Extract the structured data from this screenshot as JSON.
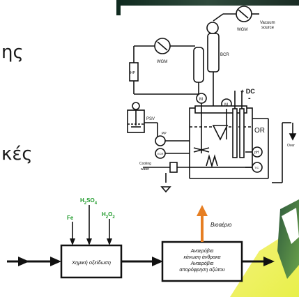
{
  "slide": {
    "text_fragments": [
      "ης",
      "κές"
    ]
  },
  "apparatus": {
    "labels": {
      "wgm_top": "WGM",
      "vacuum": "Vacuum",
      "source": "source",
      "wgm_left": "WGM",
      "bcr": "BCR",
      "hp": "HP",
      "dc": "+ DC",
      "dc_minus": "-",
      "psv": "PSV",
      "pp": "PP",
      "ecr": "ECR",
      "cooling": "Cooling",
      "water": "water",
      "or": "OR",
      "ph": "pH",
      "tc": "T/C",
      "overflow": "Over",
      "m1": "M",
      "m2": "M"
    }
  },
  "process": {
    "inputs": {
      "fe": "Fe",
      "h2so4": "H2SO4",
      "h2o2": "H2O2"
    },
    "box1_label": "Χημική οξείδωση",
    "box2_label": "Αναερόβια κάνωση άνθρακα Αναερόβια απορόφρηση αζώτου",
    "gas_output": "Βιοαέριο"
  }
}
